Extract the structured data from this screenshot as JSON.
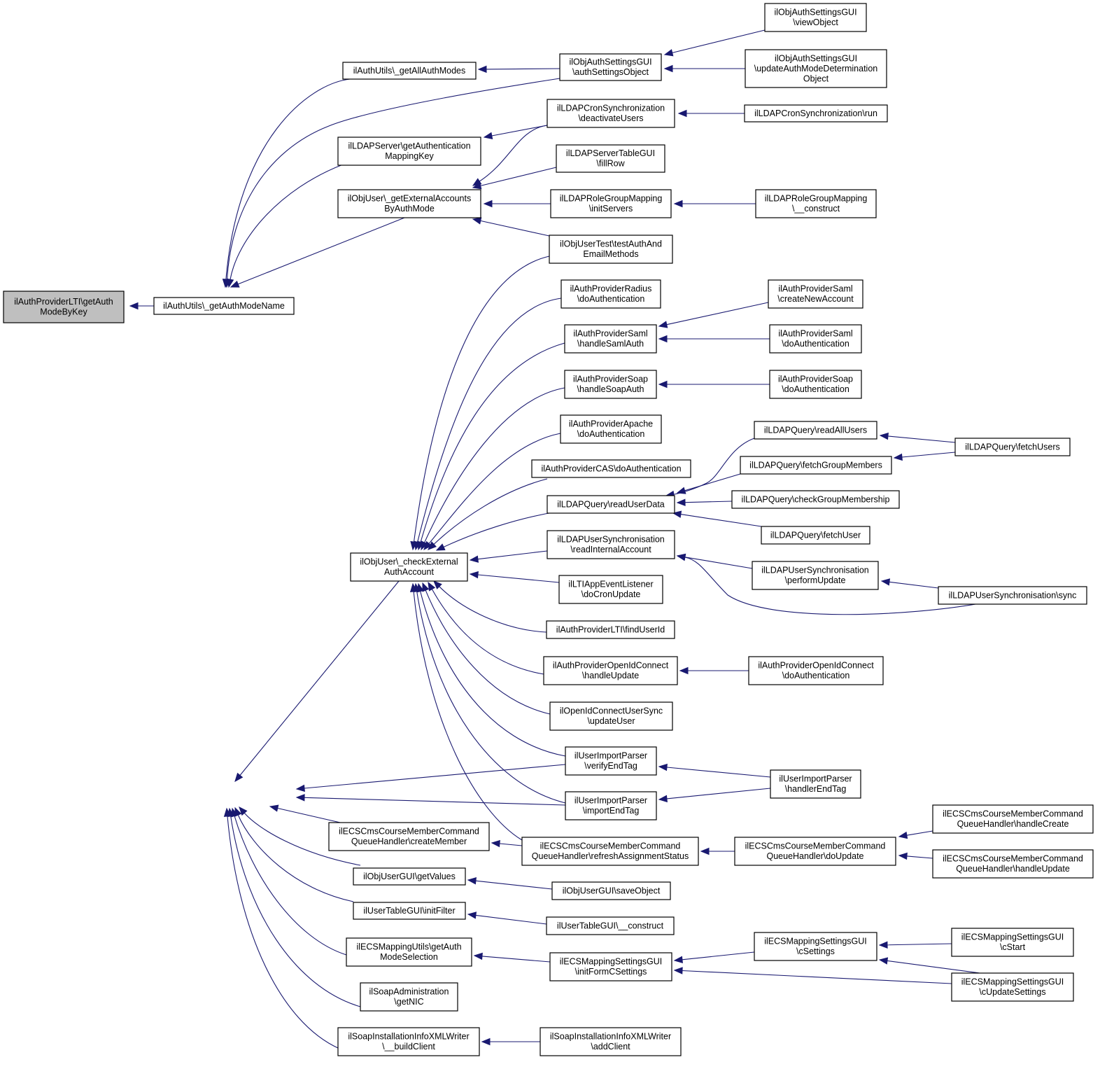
{
  "graph": {
    "edge_color": "#191970",
    "root_fill": "#bfbfbf",
    "nodes": [
      {
        "id": "root",
        "lines": [
          "ilAuthProviderLTI\\getAuth",
          "ModeByKey"
        ],
        "root": true
      },
      {
        "id": "getAuthModeName",
        "lines": [
          "ilAuthUtils\\_getAuthModeName"
        ]
      },
      {
        "id": "getAllAuthModes",
        "lines": [
          "ilAuthUtils\\_getAllAuthModes"
        ]
      },
      {
        "id": "authSettingsObject",
        "lines": [
          "ilObjAuthSettingsGUI",
          "\\authSettingsObject"
        ]
      },
      {
        "id": "viewObject",
        "lines": [
          "ilObjAuthSettingsGUI",
          "\\viewObject"
        ]
      },
      {
        "id": "updateAuthMode",
        "lines": [
          "ilObjAuthSettingsGUI",
          "\\updateAuthModeDetermination",
          "Object"
        ]
      },
      {
        "id": "ldapServerGetAuth",
        "lines": [
          "ilLDAPServer\\getAuthentication",
          "MappingKey"
        ]
      },
      {
        "id": "cronDeactivate",
        "lines": [
          "ilLDAPCronSynchronization",
          "\\deactivateUsers"
        ]
      },
      {
        "id": "cronRun",
        "lines": [
          "ilLDAPCronSynchronization\\run"
        ]
      },
      {
        "id": "getExternalAccounts",
        "lines": [
          "ilObjUser\\_getExternalAccounts",
          "ByAuthMode"
        ]
      },
      {
        "id": "serverTableFillRow",
        "lines": [
          "ilLDAPServerTableGUI",
          "\\fillRow"
        ]
      },
      {
        "id": "roleGroupInit",
        "lines": [
          "ilLDAPRoleGroupMapping",
          "\\initServers"
        ]
      },
      {
        "id": "roleGroupConstruct",
        "lines": [
          "ilLDAPRoleGroupMapping",
          "\\__construct"
        ]
      },
      {
        "id": "userTest",
        "lines": [
          "ilObjUserTest\\testAuthAnd",
          "EmailMethods"
        ]
      },
      {
        "id": "radiusDoAuth",
        "lines": [
          "ilAuthProviderRadius",
          "\\doAuthentication"
        ]
      },
      {
        "id": "samlCreate",
        "lines": [
          "ilAuthProviderSaml",
          "\\createNewAccount"
        ]
      },
      {
        "id": "samlHandle",
        "lines": [
          "ilAuthProviderSaml",
          "\\handleSamlAuth"
        ]
      },
      {
        "id": "samlDoAuth",
        "lines": [
          "ilAuthProviderSaml",
          "\\doAuthentication"
        ]
      },
      {
        "id": "soapHandle",
        "lines": [
          "ilAuthProviderSoap",
          "\\handleSoapAuth"
        ]
      },
      {
        "id": "soapDoAuth",
        "lines": [
          "ilAuthProviderSoap",
          "\\doAuthentication"
        ]
      },
      {
        "id": "apacheDoAuth",
        "lines": [
          "ilAuthProviderApache",
          "\\doAuthentication"
        ]
      },
      {
        "id": "casDoAuth",
        "lines": [
          "ilAuthProviderCAS\\doAuthentication"
        ]
      },
      {
        "id": "readAllUsers",
        "lines": [
          "ilLDAPQuery\\readAllUsers"
        ]
      },
      {
        "id": "fetchUsers",
        "lines": [
          "ilLDAPQuery\\fetchUsers"
        ]
      },
      {
        "id": "fetchGroupMembers",
        "lines": [
          "ilLDAPQuery\\fetchGroupMembers"
        ]
      },
      {
        "id": "readUserData",
        "lines": [
          "ilLDAPQuery\\readUserData"
        ]
      },
      {
        "id": "checkGroupMembership",
        "lines": [
          "ilLDAPQuery\\checkGroupMembership"
        ]
      },
      {
        "id": "fetchUser",
        "lines": [
          "ilLDAPQuery\\fetchUser"
        ]
      },
      {
        "id": "checkExternal",
        "lines": [
          "ilObjUser\\_checkExternal",
          "AuthAccount"
        ]
      },
      {
        "id": "readInternal",
        "lines": [
          "ilLDAPUserSynchronisation",
          "\\readInternalAccount"
        ]
      },
      {
        "id": "performUpdate",
        "lines": [
          "ilLDAPUserSynchronisation",
          "\\performUpdate"
        ]
      },
      {
        "id": "syncSync",
        "lines": [
          "ilLDAPUserSynchronisation\\sync"
        ]
      },
      {
        "id": "ltiCron",
        "lines": [
          "ilLTIAppEventListener",
          "\\doCronUpdate"
        ]
      },
      {
        "id": "ltiFindUser",
        "lines": [
          "ilAuthProviderLTI\\findUserId"
        ]
      },
      {
        "id": "oidcHandle",
        "lines": [
          "ilAuthProviderOpenIdConnect",
          "\\handleUpdate"
        ]
      },
      {
        "id": "oidcDoAuth",
        "lines": [
          "ilAuthProviderOpenIdConnect",
          "\\doAuthentication"
        ]
      },
      {
        "id": "oidcSync",
        "lines": [
          "ilOpenIdConnectUserSync",
          "\\updateUser"
        ]
      },
      {
        "id": "verifyEndTag",
        "lines": [
          "ilUserImportParser",
          "\\verifyEndTag"
        ]
      },
      {
        "id": "handlerEndTag",
        "lines": [
          "ilUserImportParser",
          "\\handlerEndTag"
        ]
      },
      {
        "id": "importEndTag",
        "lines": [
          "ilUserImportParser",
          "\\importEndTag"
        ]
      },
      {
        "id": "ecsCreateMember",
        "lines": [
          "ilECSCmsCourseMemberCommand",
          "QueueHandler\\createMember"
        ]
      },
      {
        "id": "ecsRefresh",
        "lines": [
          "ilECSCmsCourseMemberCommand",
          "QueueHandler\\refreshAssignmentStatus"
        ]
      },
      {
        "id": "ecsDoUpdate",
        "lines": [
          "ilECSCmsCourseMemberCommand",
          "QueueHandler\\doUpdate"
        ]
      },
      {
        "id": "ecsHandleCreate",
        "lines": [
          "ilECSCmsCourseMemberCommand",
          "QueueHandler\\handleCreate"
        ]
      },
      {
        "id": "ecsHandleUpdate",
        "lines": [
          "ilECSCmsCourseMemberCommand",
          "QueueHandler\\handleUpdate"
        ]
      },
      {
        "id": "userGuiGetValues",
        "lines": [
          "ilObjUserGUI\\getValues"
        ]
      },
      {
        "id": "userGuiSave",
        "lines": [
          "ilObjUserGUI\\saveObject"
        ]
      },
      {
        "id": "userTableInitFilter",
        "lines": [
          "ilUserTableGUI\\initFilter"
        ]
      },
      {
        "id": "userTableConstruct",
        "lines": [
          "ilUserTableGUI\\__construct"
        ]
      },
      {
        "id": "ecsMappingUtils",
        "lines": [
          "ilECSMappingUtils\\getAuth",
          "ModeSelection"
        ]
      },
      {
        "id": "ecsInitForm",
        "lines": [
          "ilECSMappingSettingsGUI",
          "\\initFormCSettings"
        ]
      },
      {
        "id": "ecsCSettings",
        "lines": [
          "ilECSMappingSettingsGUI",
          "\\cSettings"
        ]
      },
      {
        "id": "ecsCStart",
        "lines": [
          "ilECSMappingSettingsGUI",
          "\\cStart"
        ]
      },
      {
        "id": "ecsCUpdate",
        "lines": [
          "ilECSMappingSettingsGUI",
          "\\cUpdateSettings"
        ]
      },
      {
        "id": "soapGetNIC",
        "lines": [
          "ilSoapAdministration",
          "\\getNIC"
        ]
      },
      {
        "id": "soapBuildClient",
        "lines": [
          "ilSoapInstallationInfoXMLWriter",
          "\\__buildClient"
        ]
      },
      {
        "id": "soapAddClient",
        "lines": [
          "ilSoapInstallationInfoXMLWriter",
          "\\addClient"
        ]
      }
    ]
  }
}
